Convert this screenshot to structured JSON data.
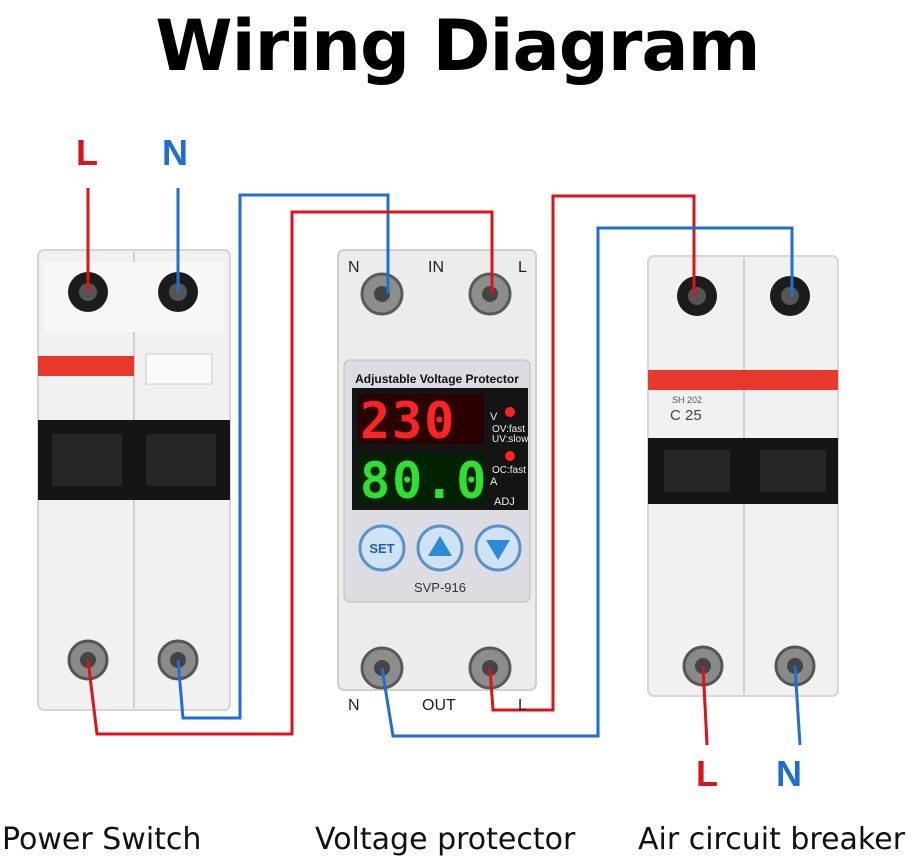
{
  "title": "Wiring Diagram",
  "colors": {
    "line": "#d9141b",
    "neutral": "#1f6fd1",
    "breaker_stripe": "#e8382b"
  },
  "power_switch": {
    "caption": "Power Switch",
    "input_labels": {
      "l": "L",
      "n": "N"
    }
  },
  "protector": {
    "caption": "Voltage protector",
    "header": "Adjustable Voltage Protector",
    "voltage_display": "230",
    "current_display": "80.0",
    "voltage_unit": "V",
    "current_unit": "A",
    "ov_text": "OV:fast",
    "uv_text": "UV:slow",
    "oc_text": "OC:fast",
    "adj_text": "ADJ",
    "model": "SVP-916",
    "set_button": "SET",
    "top_terminals": {
      "n": "N",
      "in": "IN",
      "l": "L"
    },
    "bottom_terminals": {
      "n": "N",
      "out": "OUT",
      "l": "L"
    }
  },
  "air_breaker": {
    "caption": "Air circuit breaker",
    "model_text": "SH 202",
    "rating": "C 25",
    "output_labels": {
      "l": "L",
      "n": "N"
    }
  }
}
